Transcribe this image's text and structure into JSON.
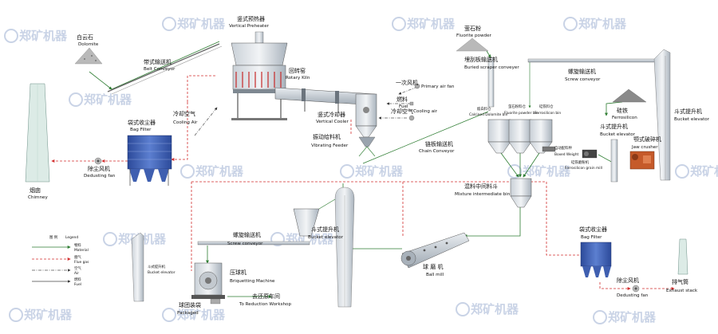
{
  "watermark": "郑矿机器",
  "equipment": {
    "dolomite": {
      "cn": "白云石",
      "en": "Dolomite"
    },
    "belt_conveyor": {
      "cn": "带式输送机",
      "en": "Belt Conveyor"
    },
    "vertical_preheater": {
      "cn": "竖式预热器",
      "en": "Vertical Preheater"
    },
    "rotary_kiln": {
      "cn": "回转窑",
      "en": "Rotary Kiln"
    },
    "primary_air_fan": {
      "cn": "一次风机",
      "en": "Primary air fan"
    },
    "fuel": {
      "cn": "燃料",
      "en": "Fuel"
    },
    "cooling_air": {
      "cn": "冷却空气",
      "en": "Cooling air"
    },
    "vertical_cooler": {
      "cn": "竖式冷却器",
      "en": "Vertical Cooler"
    },
    "vibrating_feeder": {
      "cn": "振动给料机",
      "en": "Vibrating Feeder"
    },
    "chain_conveyor": {
      "cn": "链板输送机",
      "en": "Chain Conveyor"
    },
    "cooling_air_left": {
      "cn": "冷却空气",
      "en": "Cooling Air"
    },
    "bag_filter_left": {
      "cn": "袋式收尘器",
      "en": "Bag Filter"
    },
    "dedusting_fan_left": {
      "cn": "除尘风机",
      "en": "Dedusting fan"
    },
    "chimney": {
      "cn": "烟囱",
      "en": "Chimney"
    },
    "fluorite_powder": {
      "cn": "萤石粉",
      "en": "Fluorite powder"
    },
    "buried_scraper": {
      "cn": "埋刮板输送机",
      "en": "Buried scraper conveyer"
    },
    "screw_conveyor_top": {
      "cn": "螺旋输送机",
      "en": "Screw conveyor"
    },
    "bucket_elevator_right": {
      "cn": "斗式提升机",
      "en": "Bucket elevator"
    },
    "ferrosilicon": {
      "cn": "硅铁",
      "en": "Ferrosilicon"
    },
    "bucket_elevator_mid": {
      "cn": "斗式提升机",
      "en": "Bucket elevator"
    },
    "jaw_crusher": {
      "cn": "颚式破碎机",
      "en": "Jaw crusher"
    },
    "calcined_bin": {
      "cn": "煅白料仓",
      "en": "Calcined Dolomite bin"
    },
    "fluorite_bin": {
      "cn": "萤石粉料仓",
      "en": "Fluorite powder bin"
    },
    "ferrosilicon_bin": {
      "cn": "硅铁料仓",
      "en": "Ferrosilicon bin"
    },
    "batching_scale": {
      "cn": "自动配料秤",
      "en": "Boxed Weight"
    },
    "ferrosilicon_grinder": {
      "cn": "硅铁磨粉机",
      "en": "Ferrosilicon grain mill"
    },
    "mixture_bin": {
      "cn": "混料中间料斗",
      "en": "Mixture intermediate bin"
    },
    "bucket_elevator_center": {
      "cn": "斗式提升机",
      "en": "Bucket elevator"
    },
    "screw_conveyor_center": {
      "cn": "螺旋输送机",
      "en": "Screw conveyor"
    },
    "bucket_elevator_left": {
      "cn": "斗式提升机",
      "en": "Bucket elevator"
    },
    "briquetting": {
      "cn": "压球机",
      "en": "Briquetting Machine"
    },
    "ball_mill": {
      "cn": "球 磨 机",
      "en": "Ball mill"
    },
    "packaged": {
      "cn": "球团装袋",
      "en": "Packaged"
    },
    "to_reduction": {
      "cn": "去还原车间",
      "en": "To Reduction Workshop"
    },
    "bag_filter_right": {
      "cn": "袋式收尘器",
      "en": "Bag Filter"
    },
    "dedusting_fan_right": {
      "cn": "除尘风机",
      "en": "Dedusting fan"
    },
    "exhaust_stack": {
      "cn": "排气筒",
      "en": "Exhaust stack"
    }
  },
  "legend": {
    "title_cn": "图  例",
    "title_en": "Legend",
    "items": [
      {
        "cn": "物料",
        "en": "Material",
        "color": "#2e7d32",
        "style": "solid"
      },
      {
        "cn": "烟气",
        "en": "Flue gas",
        "color": "#d32f2f",
        "style": "dashed"
      },
      {
        "cn": "空气",
        "en": "Air",
        "color": "#555555",
        "style": "dashdot"
      },
      {
        "cn": "燃料",
        "en": "Fuel",
        "color": "#444444",
        "style": "solid"
      }
    ]
  },
  "colors": {
    "material": "#2e7d32",
    "flue_gas": "#d32f2f",
    "air": "#555555",
    "steel": "#9aa4ae",
    "bag_filter": "#3f5fb0"
  }
}
